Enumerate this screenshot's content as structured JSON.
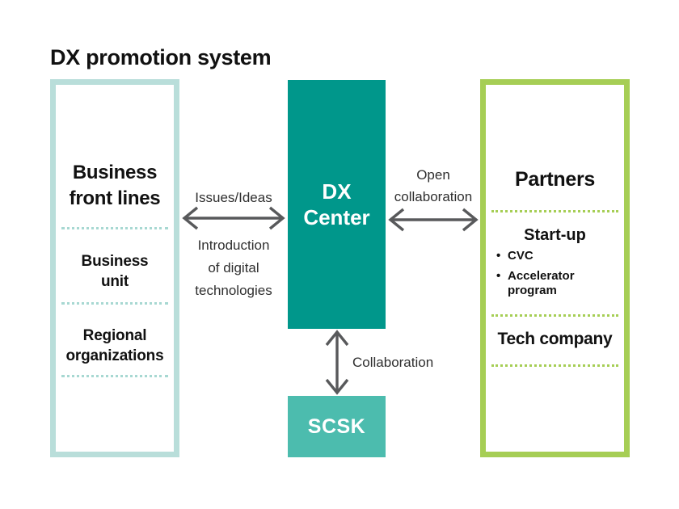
{
  "title": "DX promotion system",
  "colors": {
    "dx-teal": "#00978B",
    "scsk-teal": "#4CBCAE",
    "left-border": "#B9DEDA",
    "left-dot": "#A7D8D2",
    "green": "#A6CE55",
    "arrow": "#58595B",
    "ink": "#111111",
    "label": "#2F2F2F"
  },
  "left_box": {
    "title": "Business\nfront lines",
    "items": [
      "Business\nunit",
      "Regional\norganizations"
    ]
  },
  "center_box": {
    "label": "DX\nCenter"
  },
  "partners_box": {
    "title": "Partners",
    "startup": {
      "title": "Start-up",
      "bullets": [
        "CVC",
        "Accelerator program"
      ]
    },
    "tech_title": "Tech company"
  },
  "scsk_box": {
    "label": "SCSK"
  },
  "arrow_labels": {
    "issues": "Issues/Ideas",
    "introduction": "Introduction\nof digital\ntechnologies",
    "open": "Open\ncollaboration",
    "collaboration": "Collaboration"
  }
}
